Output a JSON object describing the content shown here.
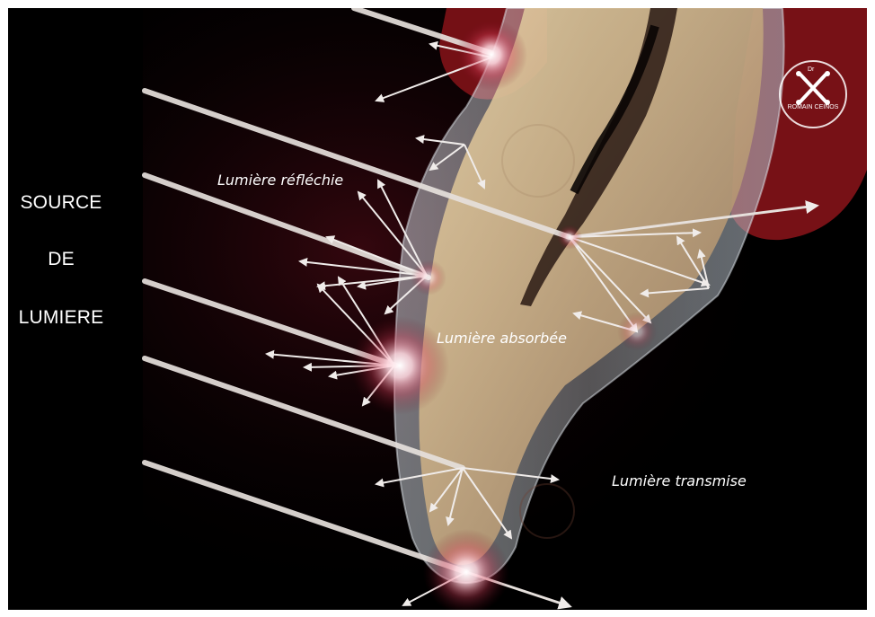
{
  "source_label": {
    "line1": "SOURCE",
    "line2": "DE",
    "line3": "LUMIERE"
  },
  "annotations": {
    "reflected": "Lumière réfléchie",
    "absorbed": "Lumière absorbée",
    "transmitted": "Lumière transmise"
  },
  "logo": {
    "prefix": "Dr",
    "name": "ROMAIN CEINOS",
    "icon": "crossed-bones-icon"
  },
  "colors": {
    "background": "#000000",
    "gum": "#8a1418",
    "ray": "#e8e4e0",
    "flare": "#ffd0d8"
  }
}
